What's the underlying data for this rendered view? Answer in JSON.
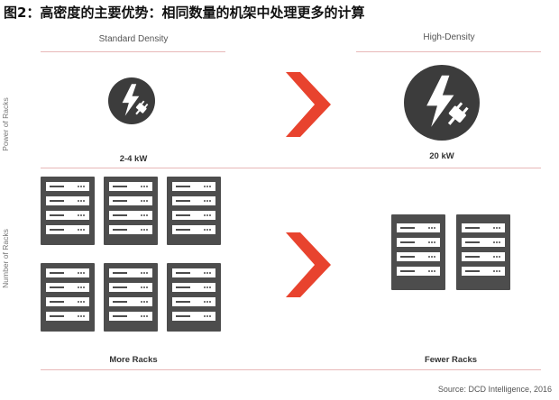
{
  "title": "图2：高密度的主要优势：相同数量的机架中处理更多的计算",
  "columns": {
    "left": "Standard Density",
    "right": "High-Density"
  },
  "rows": {
    "top": "Power of Racks",
    "bottom": "Number of Racks"
  },
  "power": {
    "left_label": "2-4 kW",
    "right_label": "20 kW"
  },
  "racks": {
    "left_label": "More Racks",
    "right_label": "Fewer Racks",
    "left_count": 6,
    "right_count": 2
  },
  "source": "Source: DCD Intelligence, 2016",
  "icons": {
    "power": "lightning-plug-icon",
    "arrow": "chevron-right-icon",
    "rack": "server-rack-icon"
  },
  "colors": {
    "accent": "#e8432e",
    "icon": "#3c3c3c",
    "rule": "#e8b8b8"
  }
}
